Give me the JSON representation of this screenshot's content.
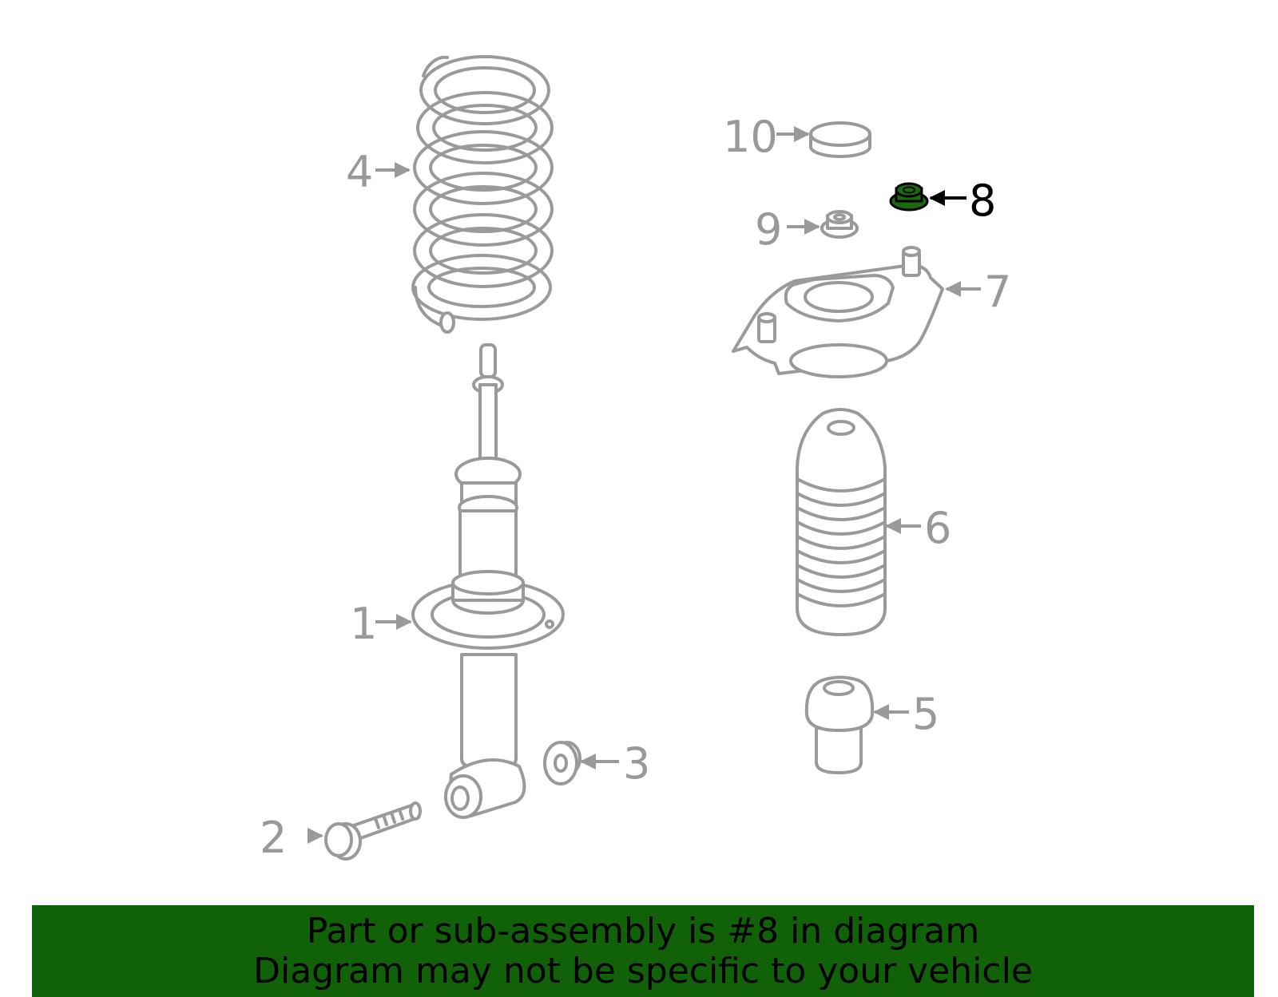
{
  "diagram": {
    "highlight_color": "#1a6a10",
    "line_color": "#9a9a9a",
    "callouts": {
      "c1": "1",
      "c2": "2",
      "c3": "3",
      "c4": "4",
      "c5": "5",
      "c6": "6",
      "c7": "7",
      "c8": "8",
      "c9": "9",
      "c10": "10"
    },
    "highlighted_part": "8"
  },
  "banner": {
    "background": "#116109",
    "line1": "Part or sub-assembly is #8 in diagram",
    "line2": "Diagram may not be specific to your vehicle"
  }
}
